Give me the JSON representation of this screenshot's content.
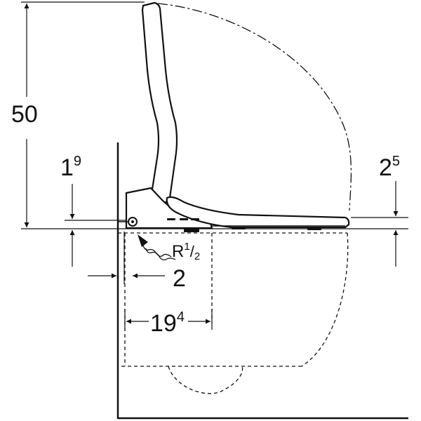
{
  "dimensions": {
    "height_total": {
      "value": "50"
    },
    "offset_left": {
      "base": "1",
      "sup": "9"
    },
    "offset_right": {
      "base": "2",
      "sup": "5"
    },
    "connection": {
      "prefix": "R",
      "num": "1",
      "den": "2"
    },
    "gap_wall": {
      "value": "2"
    },
    "depth_connection": {
      "base": "19",
      "sup": "4"
    }
  },
  "colors": {
    "line": "#111111",
    "background": "#ffffff"
  }
}
